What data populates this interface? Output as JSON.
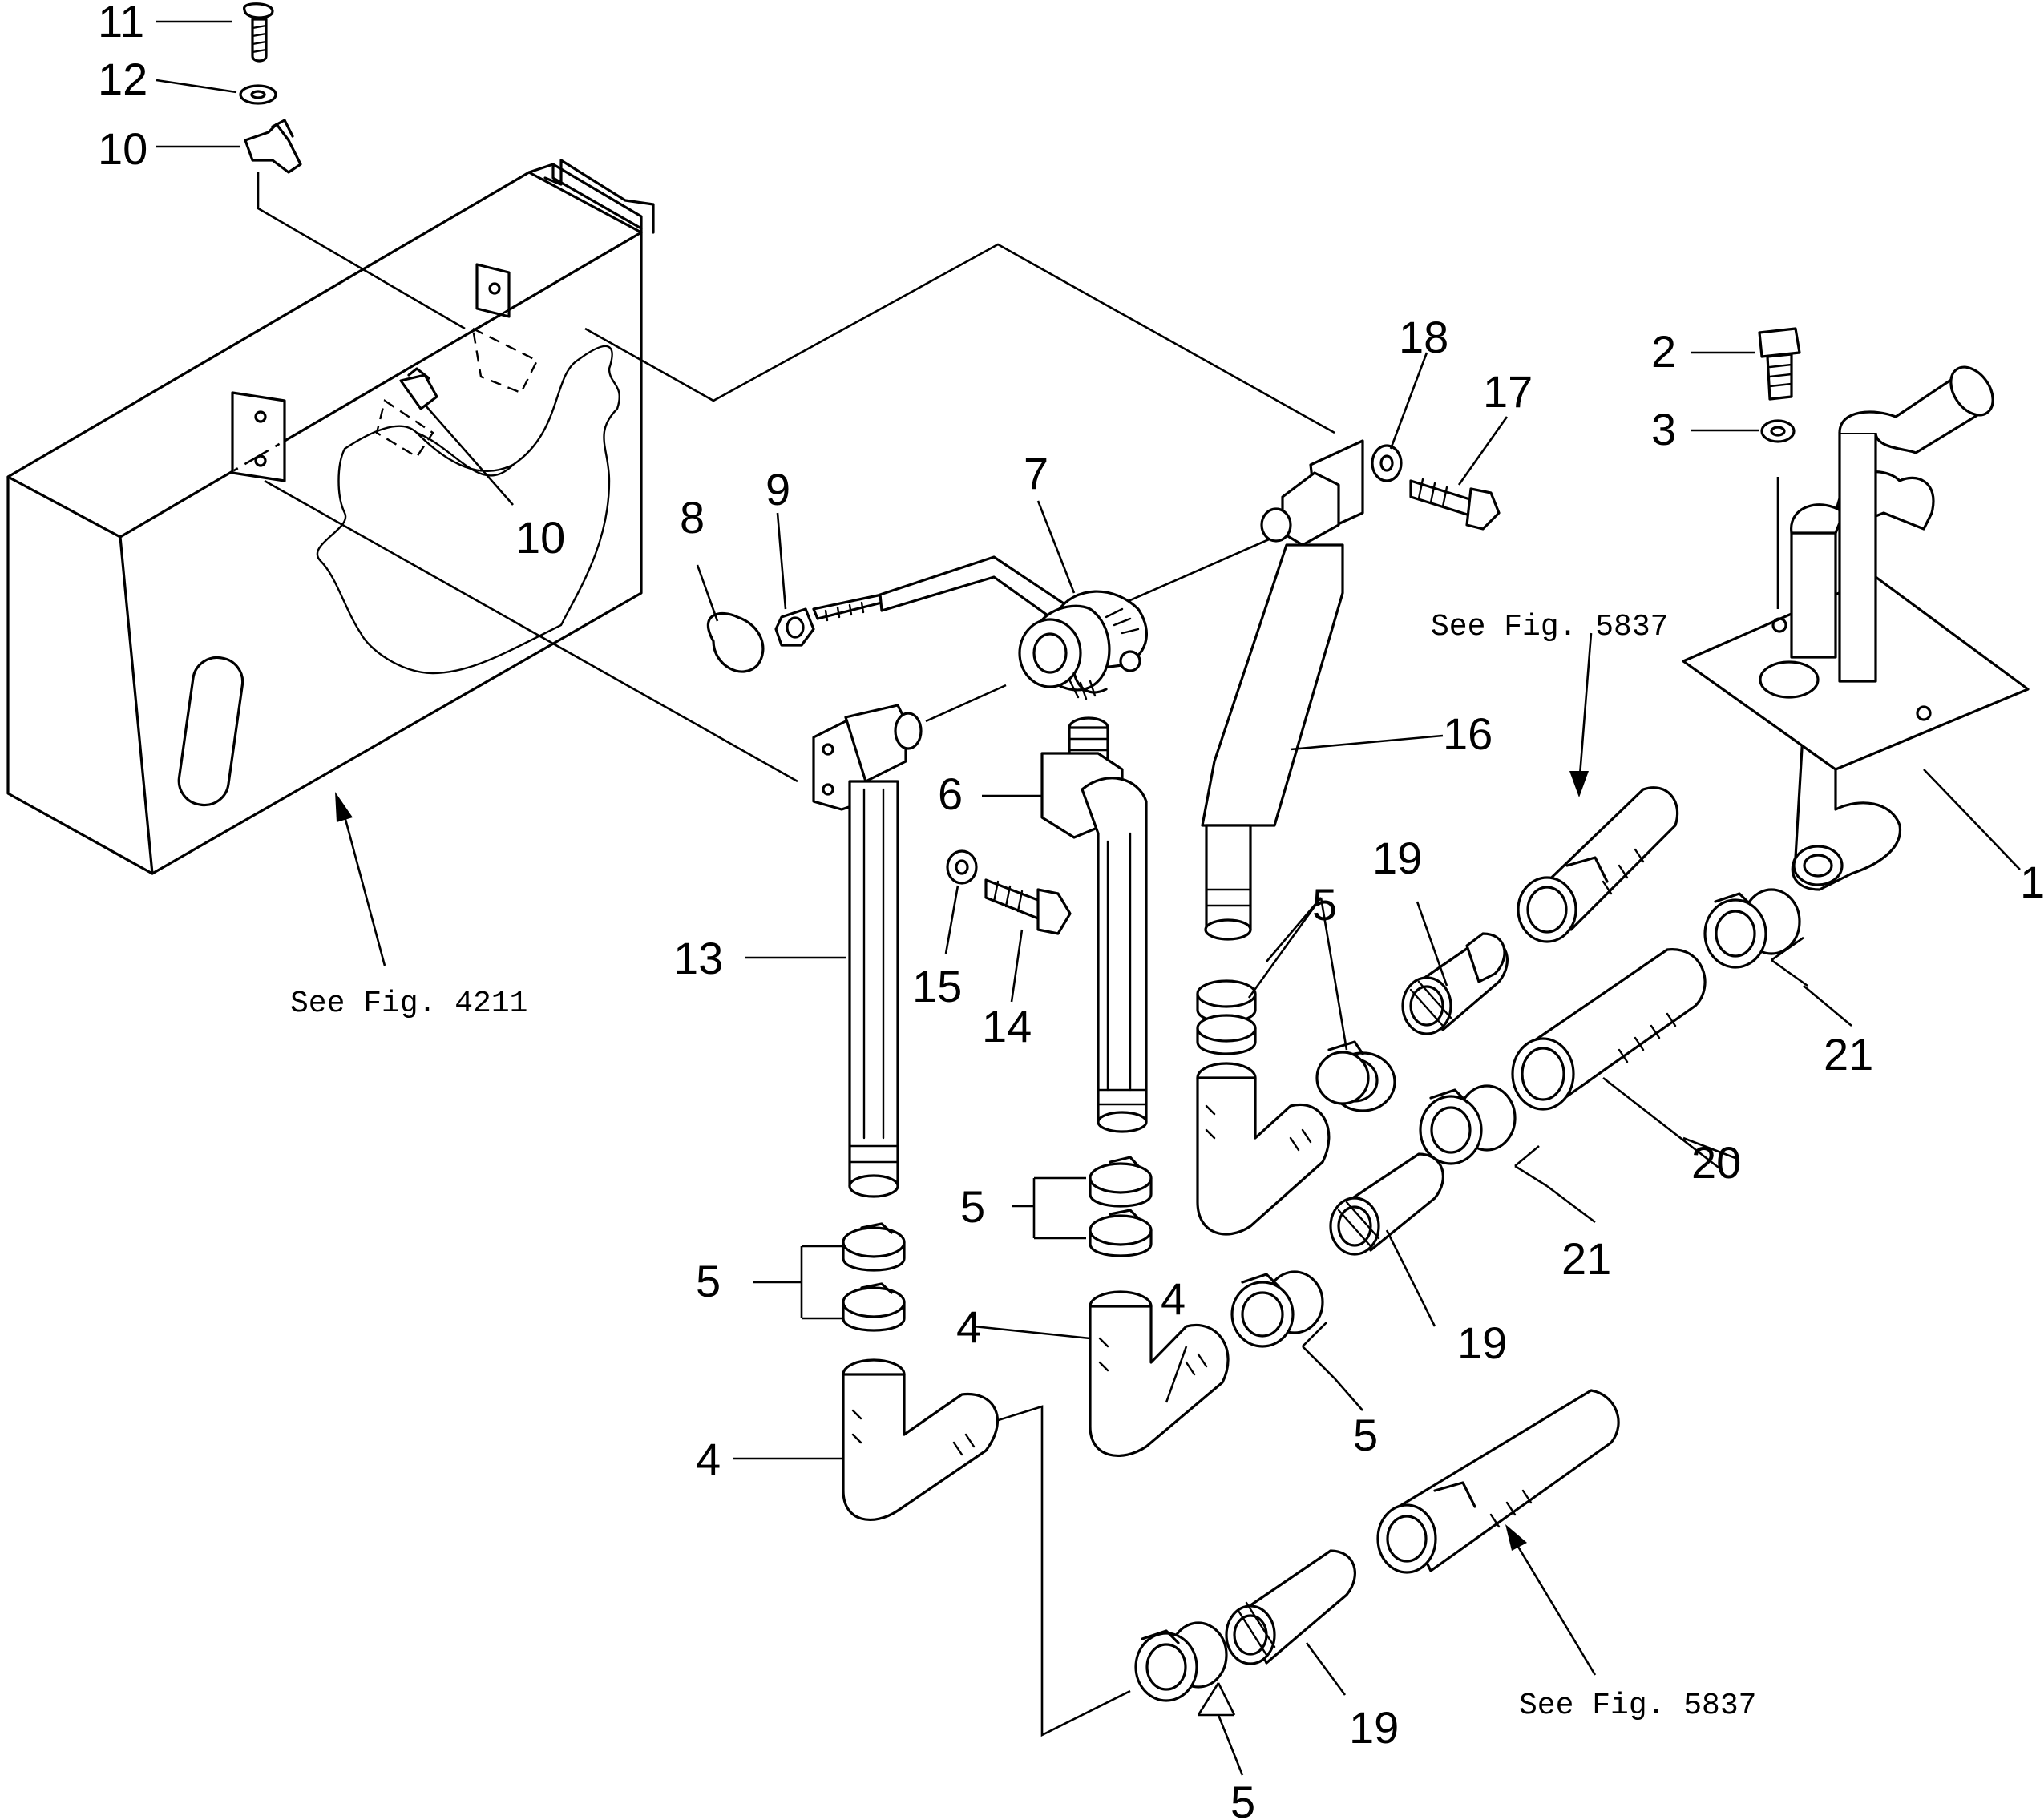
{
  "references": {
    "ref_4211": "See  Fig. 4211",
    "ref_5837_upper": "See  Fig. 5837",
    "ref_5837_lower": "See  Fig. 5837"
  },
  "callouts": {
    "c11": "11",
    "c12": "12",
    "c10a": "10",
    "c10b": "10",
    "c18": "18",
    "c17": "17",
    "c2": "2",
    "c3": "3",
    "c7": "7",
    "c9": "9",
    "c8": "8",
    "c1": "1",
    "c16": "16",
    "c6": "6",
    "c19a": "19",
    "c5a": "5",
    "c13": "13",
    "c15": "15",
    "c14": "14",
    "c21a": "21",
    "c5b": "5",
    "c20": "20",
    "c21b": "21",
    "c5c": "5",
    "c4a": "4",
    "c19b": "19",
    "c4b": "4",
    "c5d": "5",
    "c4c": "4",
    "c19c": "19",
    "c5e": "5"
  }
}
